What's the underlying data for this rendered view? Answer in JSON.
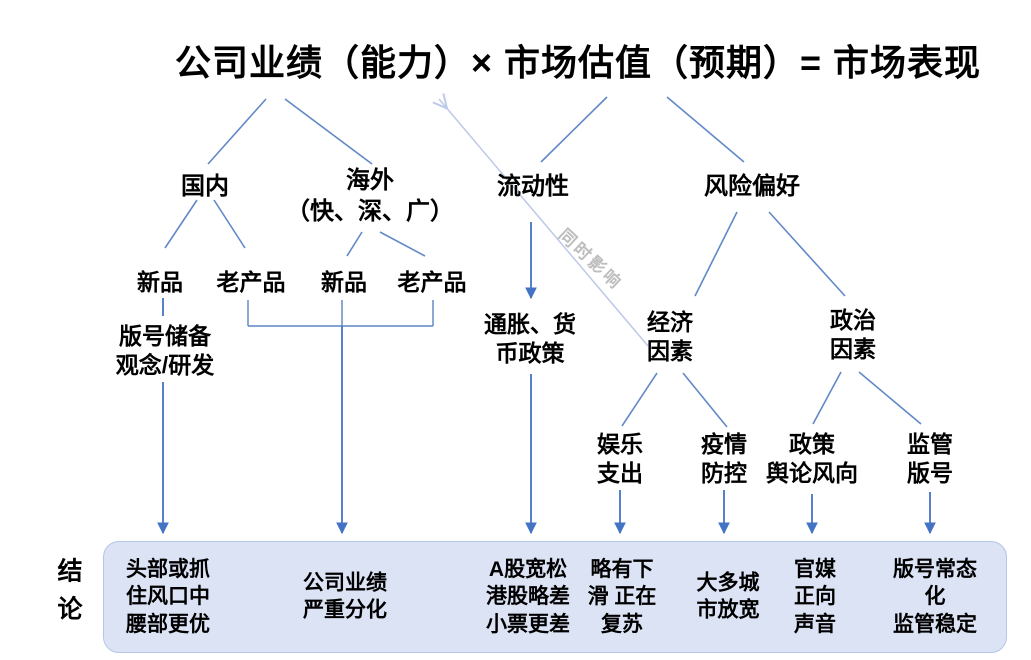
{
  "title": "公司业绩（能力）× 市场估值（预期）= 市场表现",
  "watermark": "同时影响",
  "nodes": {
    "domestic": "国内",
    "overseas": "海外\n（快、深、广）",
    "liquidity": "流动性",
    "risk_appetite": "风险偏好",
    "new_product_domestic": "新品",
    "old_product_domestic": "老产品",
    "new_product_overseas": "新品",
    "old_product_overseas": "老产品",
    "license_reserve": "版号储备\n观念/研发",
    "inflation_monetary": "通胀、货\n币政策",
    "economic_factors": "经济\n因素",
    "political_factors": "政治\n因素",
    "entertainment_spending": "娱乐\n支出",
    "pandemic_control": "疫情\n防控",
    "policy_opinion": "政策\n舆论风向",
    "regulatory_license": "监管\n版号"
  },
  "conclusion": {
    "label": "结\n论",
    "items": [
      "头部或抓\n住风口中\n腰部更优",
      "公司业绩\n严重分化",
      "A股宽松\n港股略差\n小票更差",
      "略有下\n滑 正在\n复苏",
      "大多城\n市放宽",
      "官媒\n正向\n声音",
      "版号常态化\n监管稳定"
    ]
  },
  "colors": {
    "tree_line_blue": "#6288c8",
    "arrow_blue": "#4472c4",
    "bracket_blue": "#5b84c4",
    "light_arrow_blue": "#bcc9e8",
    "watermark_gray": "#bdbdbd",
    "box_fill": "#dbe3f5",
    "box_border": "#b3c6e7"
  }
}
